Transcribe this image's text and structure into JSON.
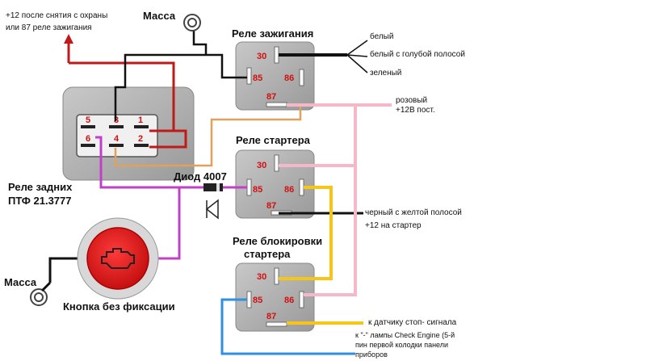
{
  "labels": {
    "top_note_line1": "+12 после снятия с охраны",
    "top_note_line2": "или 87 реле зажигания",
    "massa_top": "Масса",
    "massa_left": "Масса",
    "relay_ignition": "Реле зажигания",
    "relay_starter": "Реле стартера",
    "relay_block_line1": "Реле блокировки",
    "relay_block_line2": "стартера",
    "relay_fog_line1": "Реле задних",
    "relay_fog_line2": "ПТФ 21.3777",
    "diode": "Диод 4007",
    "button": "Кнопка без фиксации",
    "wire_white": "белый",
    "wire_white_blue": "белый с голубой полосой",
    "wire_green": "зеленый",
    "wire_pink_line1": "розовый",
    "wire_pink_line2": "+12В пост.",
    "wire_black_yellow": "черный с желтой полосой",
    "wire_starter": "+12 на  стартер",
    "wire_stop_signal": "к датчику стоп- сигнала",
    "wire_check_line1": "к \"-\" лампы Check Engine (5-й",
    "wire_check_line2": "пин первой колодки панели",
    "wire_check_line3": "приборов"
  },
  "relay_pins": {
    "ignition": [
      "30",
      "85",
      "86",
      "87"
    ],
    "starter": [
      "30",
      "85",
      "86",
      "87"
    ],
    "block": [
      "30",
      "85",
      "86",
      "87"
    ]
  },
  "fog_relay_pins": [
    "5",
    "3",
    "1",
    "6",
    "4",
    "2"
  ],
  "colors": {
    "red_wire": "#c0191a",
    "black_wire": "#111111",
    "pink_wire": "#f4b8c8",
    "purple_wire": "#c040c8",
    "yellow_wire": "#f5c518",
    "blue_wire": "#2f8fe0",
    "orange_wire": "#e0a060",
    "relay_body": "#b4b4b4",
    "button_red": "#e01a1a"
  }
}
